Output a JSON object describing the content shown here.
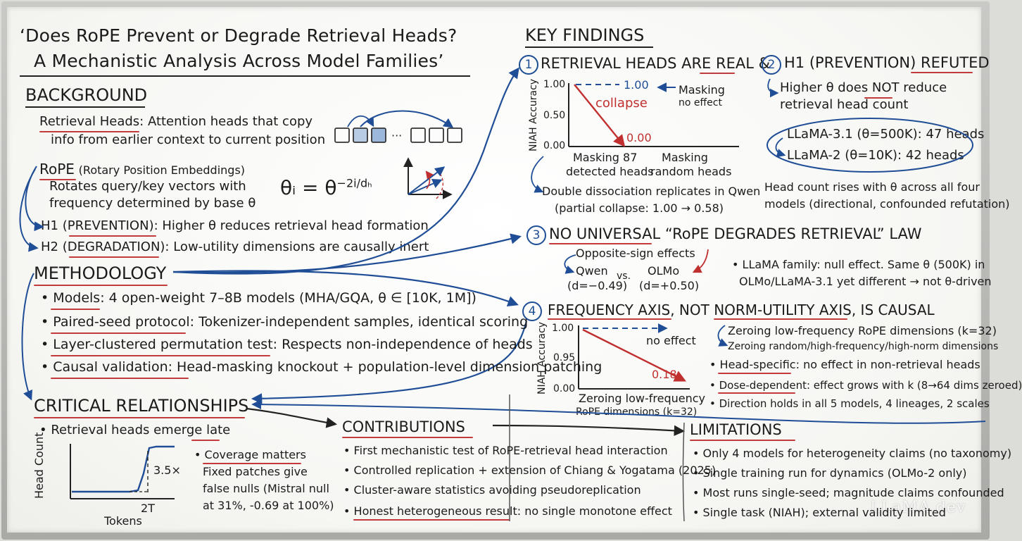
{
  "title": {
    "line1": "‘Does RoPE Prevent or Degrade Retrieval Heads?",
    "line2": "A Mechanistic Analysis Across Model Families’"
  },
  "background": {
    "heading": "BACKGROUND",
    "retrieval_term": "Retrieval Heads",
    "retrieval_def1": ": Attention heads that copy",
    "retrieval_def2": "info from earlier context to current position",
    "rope_term": "RoPE",
    "rope_full": "(Rotary Position Embeddings)",
    "rope_def1": "Rotates query/key vectors with",
    "rope_def2": "frequency determined by base θ",
    "formula_lhs": "θᵢ = θ",
    "formula_exp": "−2i/dₕ",
    "h1_prefix": "H1 (",
    "h1_term": "PREVENTION",
    "h1_rest": "): Higher θ reduces retrieval head formation",
    "h2_prefix": "H2 (",
    "h2_term": "DEGRADATION",
    "h2_rest": "): Low-utility dimensions are causally inert"
  },
  "methodology": {
    "heading": "METHODOLOGY",
    "items": [
      {
        "term": "Models",
        "rest": ": 4 open-weight 7–8B models (MHA/GQA, θ ∈ [10K, 1M])"
      },
      {
        "term": "Paired-seed protocol",
        "rest": ": Tokenizer-independent samples, identical scoring"
      },
      {
        "term": "Layer-clustered permutation test",
        "rest": ": Respects non-independence of heads"
      },
      {
        "term": "Causal validation",
        "rest": ": Head-masking knockout + population-level dimension patching"
      }
    ]
  },
  "critical": {
    "heading": "CRITICAL RELATIONSHIPS",
    "emerge_prefix": "• Retrieval heads emerge ",
    "emerge_term": "late",
    "ylabel": "Head Count",
    "xlabel": "Tokens",
    "x_tick": "2T",
    "jump_label": "3.5×",
    "coverage_term": "Coverage matters",
    "coverage_lines": [
      "Fixed patches give",
      "false nulls (Mistral null",
      "at 31%, -0.69 at 100%)"
    ]
  },
  "findings": {
    "heading": "KEY FINDINGS",
    "f1": {
      "num": "1",
      "title_a": "RETRIEVAL HEADS ARE ",
      "title_term": "REAL",
      "title_b": " &",
      "ylabel": "NIAH Accuracy",
      "yticks": [
        "1.00",
        "0.50",
        "0.00"
      ],
      "val_masked_random": "1.00",
      "val_masked_detected": "0.00",
      "collapse_label": "collapse",
      "masking_note1": "Masking",
      "masking_note2": "no effect",
      "cat1_l1": "Masking 87",
      "cat1_l2": "detected heads",
      "cat2_l1": "Masking",
      "cat2_l2": "random heads",
      "dissoc1": "Double dissociation replicates in Qwen",
      "dissoc2": "(partial collapse: 1.00 → 0.58)"
    },
    "f2": {
      "num": "2",
      "title_a": "H1 (PREVENTION) ",
      "title_term": "REFUTED",
      "line1_a": "Higher θ does ",
      "line1_term": "NOT",
      "line1_b": " reduce",
      "line2": "retrieval head count",
      "llama31": "LLaMA-3.1 (θ=500K): 47 heads",
      "llama2": "LLaMA-2 (θ=10K): 42 heads",
      "rise1": "Head count rises with θ across all four",
      "rise2": "models (directional, confounded refutation)"
    },
    "f3": {
      "num": "3",
      "title_term": "NO UNIVERSAL",
      "title_b": " “RoPE DEGRADES RETRIEVAL” LAW",
      "opposite": "Opposite-sign effects",
      "qwen": "Qwen",
      "qwen_d": "(d=−0.49)",
      "vs": "vs.",
      "olmo": "OLMo",
      "olmo_d": "(d=+0.50)",
      "llama1": "• LLaMA family: null effect. Same θ (500K) in",
      "llama2": "OLMo/LLaMA-3.1 yet different → not θ-driven"
    },
    "f4": {
      "num": "4",
      "title_term1": "FREQUENCY AXIS",
      "title_mid": ", NOT ",
      "title_term2": "NORM-UTILITY AXIS",
      "title_b": ", IS CAUSAL",
      "ylabel": "NIAH Accuracy",
      "yticks": [
        "1.00",
        "0.95",
        "0.00"
      ],
      "no_effect": "no effect",
      "val_low": "0.18",
      "xlab1": "Zeroing low-frequency",
      "xlab2": "RoPE dimensions (k=32)",
      "zero_low": "Zeroing low-frequency RoPE dimensions (k=32)",
      "zero_rand": "Zeroing random/high-frequency/high-norm dimensions",
      "b1_term": "Head-specific",
      "b1_rest": ": no effect in non-retrieval heads",
      "b2_term": "Dose-dependent",
      "b2_rest": ": effect grows with k (8→64 dims zeroed)",
      "b3": "• Direction holds in all 5 models, 4 lineages, 2 scales"
    }
  },
  "contributions": {
    "heading": "CONTRIBUTIONS",
    "items": [
      "• First mechanistic test of RoPE-retrieval head interaction",
      "• Controlled replication + extension of Chiang & Yogatama (2025)",
      "• Cluster-aware statistics avoiding pseudoreplication"
    ],
    "last_term": "Honest heterogeneous result",
    "last_rest": ": no single monotone effect"
  },
  "limitations": {
    "heading": "LIMITATIONS",
    "items": [
      "• Only 4 models for heterogeneity claims (no taxonomy)",
      "• Single training run for dynamics (OLMo-2 only)",
      "• Most runs single-seed; magnitude claims confounded",
      "• Single task (NIAH); external validity limited"
    ]
  },
  "watermark": "LLaMA.dev",
  "colors": {
    "red": "#c0302f",
    "blue": "#1f4e96",
    "ink": "#1b1b1b"
  }
}
